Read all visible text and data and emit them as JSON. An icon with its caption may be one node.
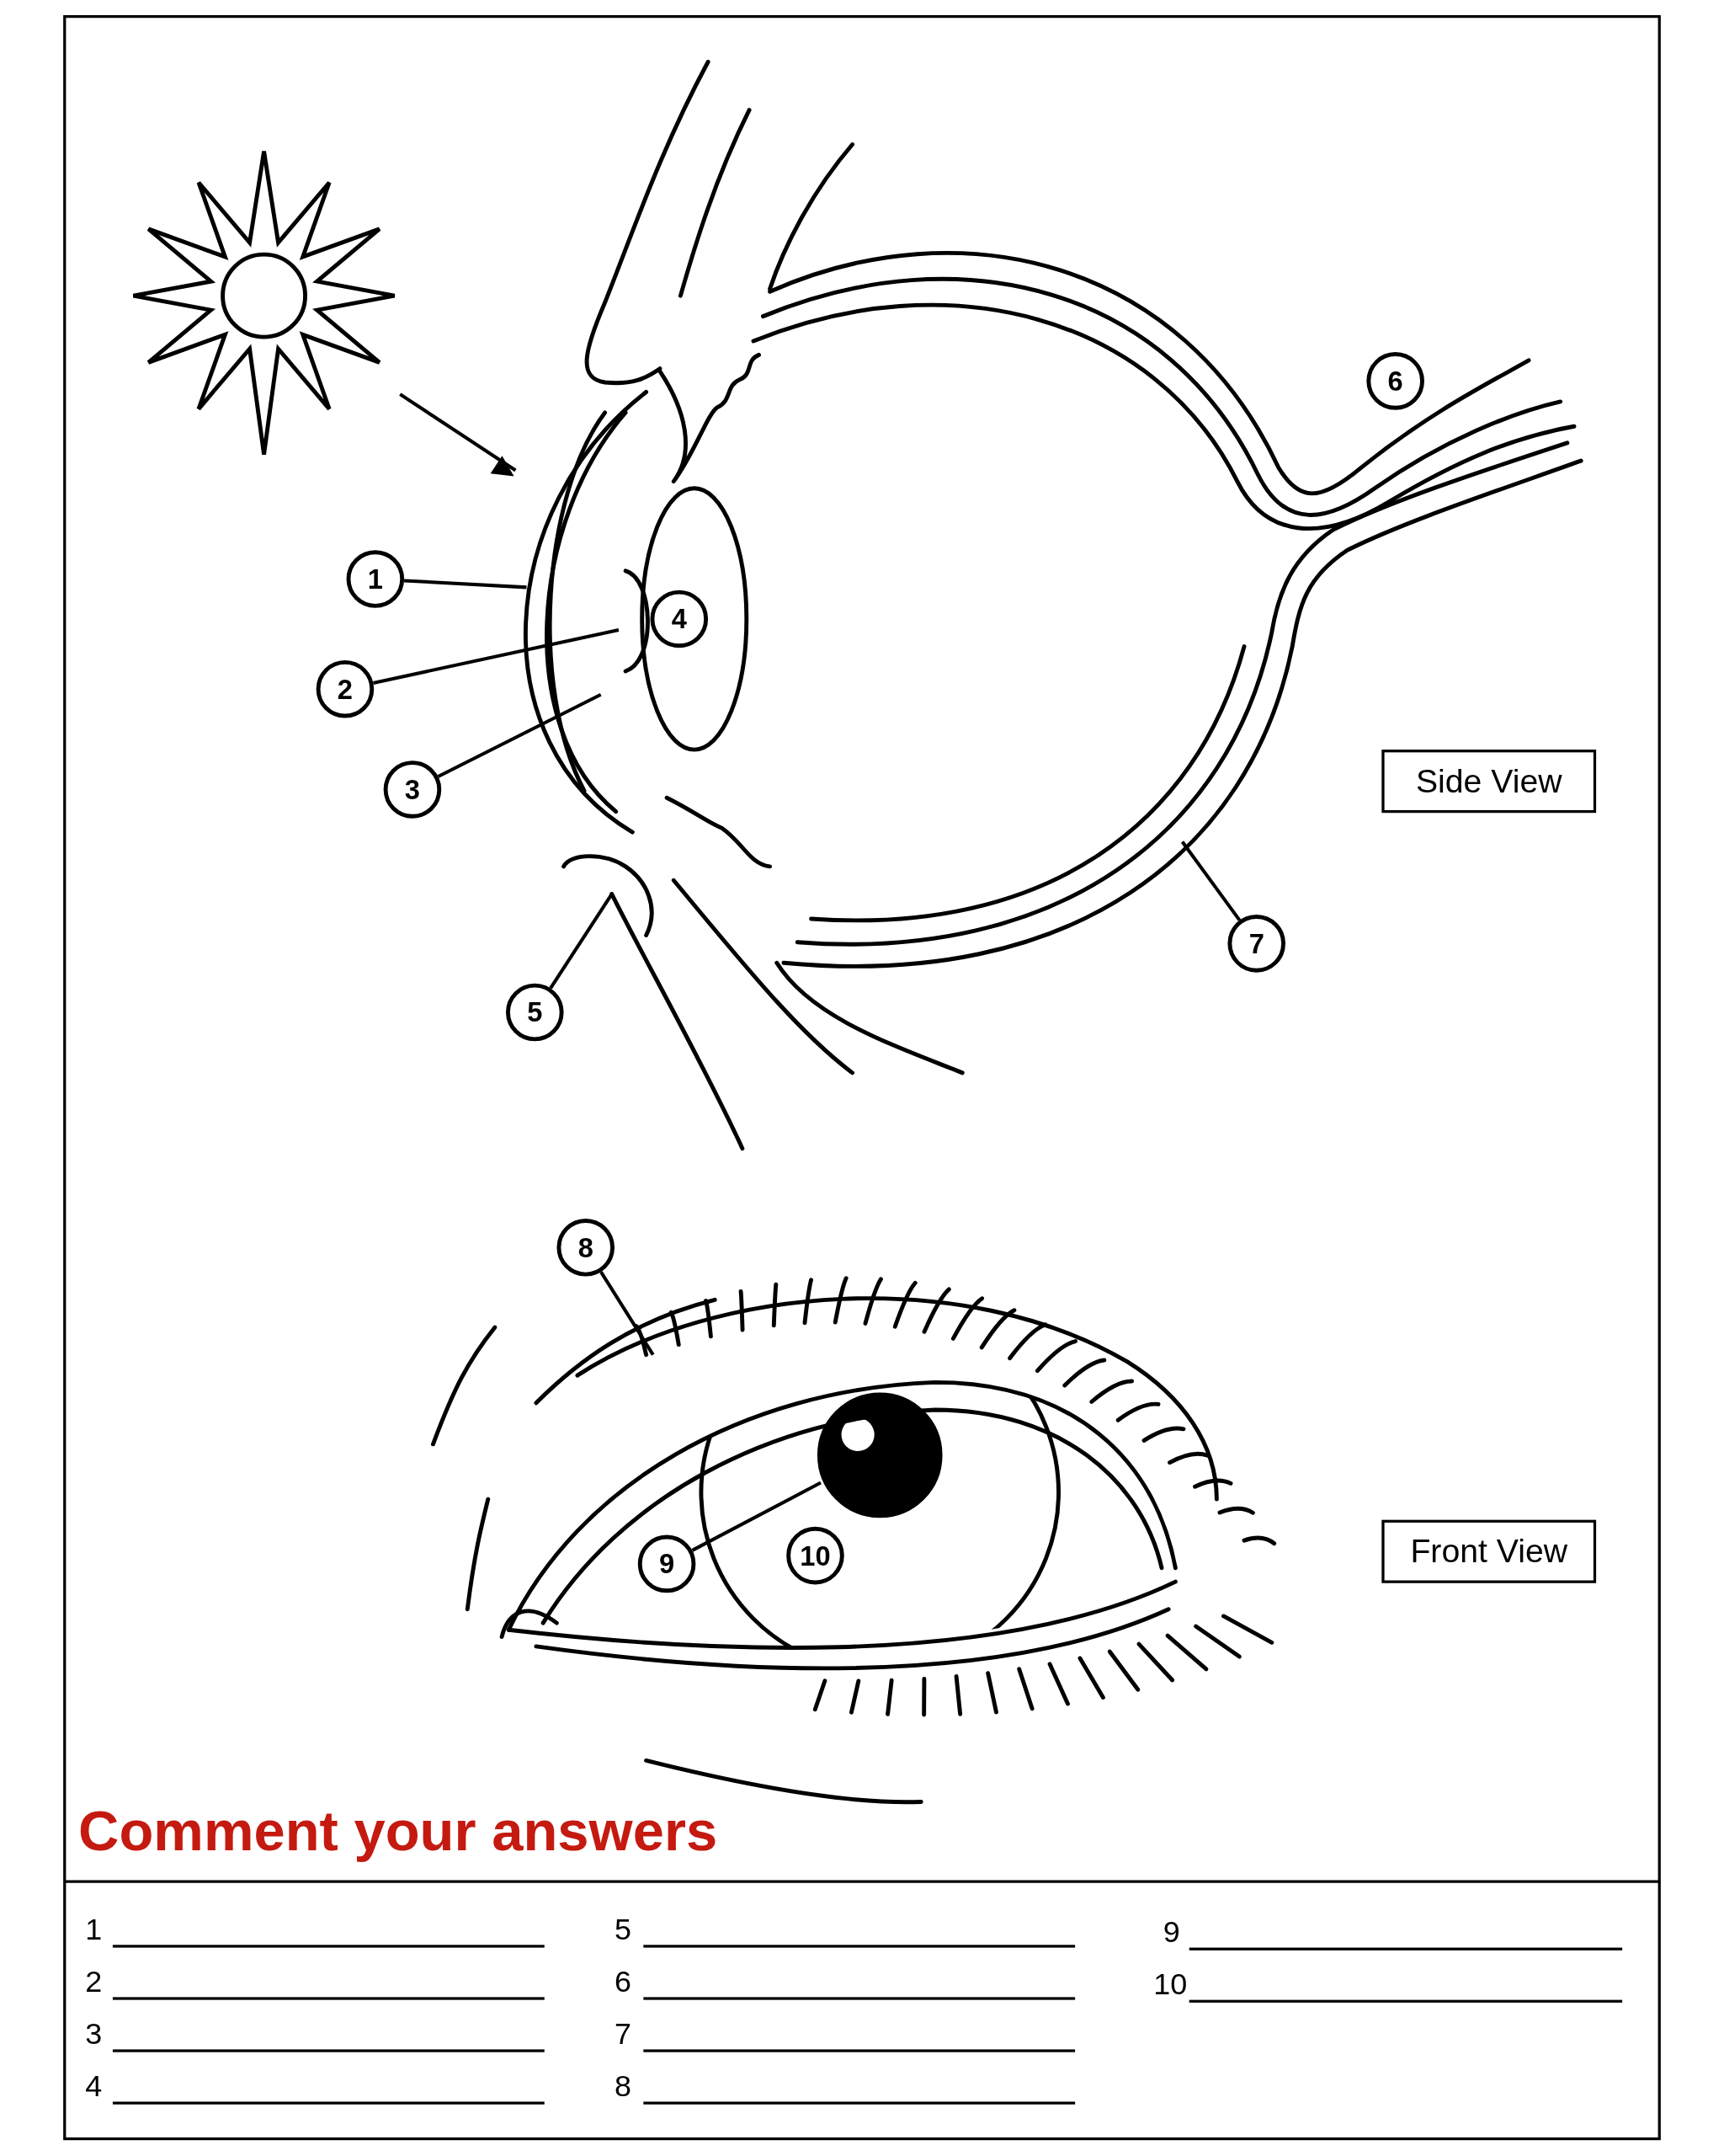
{
  "diagram": {
    "title": "Comment your answers",
    "nodes": [
      {
        "text": [
          "1"
        ]
      },
      {
        "text": [
          "2"
        ]
      },
      {
        "text": [
          "3"
        ]
      },
      {
        "text": [
          "4"
        ]
      },
      {
        "text": [
          "5"
        ]
      },
      {
        "text": [
          "6"
        ]
      },
      {
        "text": [
          "7"
        ]
      },
      {
        "text": [
          "8"
        ]
      },
      {
        "text": [
          "9"
        ]
      },
      {
        "text": [
          "10"
        ]
      },
      {
        "text": [
          "Side View"
        ]
      },
      {
        "text": [
          "Front View"
        ]
      },
      {
        "text": [],
        "shape": "picture"
      }
    ],
    "edges": [
      {
        "from": 12,
        "to": null,
        "arrow": "to"
      },
      {
        "from": 0,
        "to": null,
        "arrow": "none"
      },
      {
        "from": 1,
        "to": null,
        "arrow": "none"
      },
      {
        "from": 2,
        "to": null,
        "arrow": "none"
      },
      {
        "from": 4,
        "to": null,
        "arrow": "none"
      },
      {
        "from": 6,
        "to": null,
        "arrow": "none"
      },
      {
        "from": 7,
        "to": null,
        "arrow": "none"
      },
      {
        "from": 8,
        "to": null,
        "arrow": "none"
      }
    ],
    "labels": [
      "1",
      "2",
      "3",
      "4",
      "5",
      "6",
      "7",
      "8",
      "9",
      "10"
    ]
  }
}
